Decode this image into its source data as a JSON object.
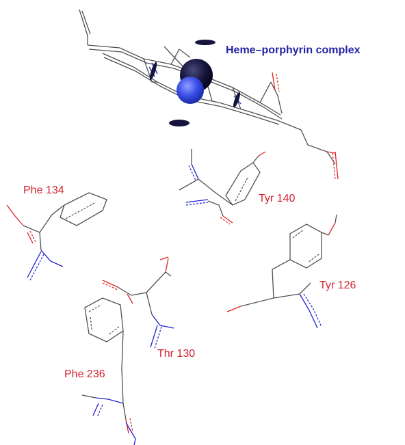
{
  "labels": {
    "heme": "Heme–porphyrin complex",
    "phe134": "Phe 134",
    "tyr140": "Tyr 140",
    "tyr126": "Tyr 126",
    "thr130": "Thr 130",
    "phe236": "Phe 236"
  },
  "colors": {
    "label_residue": "#d4222f",
    "label_heme": "#2323a8",
    "carbon": "#505050",
    "oxygen": "#e02020",
    "nitrogen": "#2020d0",
    "iron_dark": "#14143c",
    "iron_light": "#3b4fe8"
  }
}
